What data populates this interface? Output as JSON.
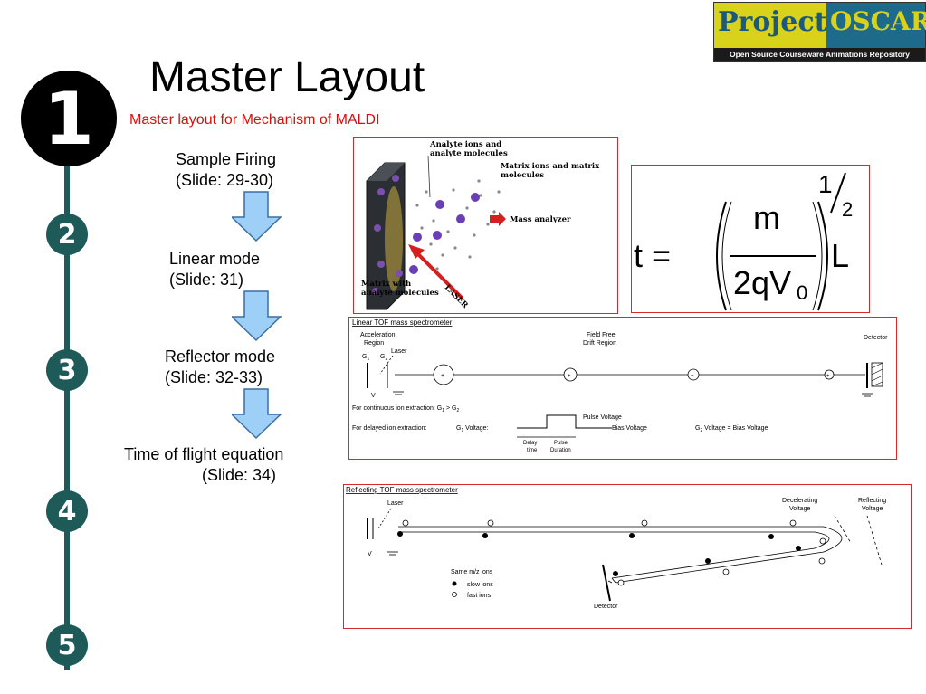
{
  "logo": {
    "word1": "Project",
    "word2": "OSCAR",
    "tagline": "Open Source Courseware Animations Repository"
  },
  "slide": {
    "title": "Master Layout",
    "subtitle": "Master layout for Mechanism of MALDI"
  },
  "steps": {
    "big": "1",
    "s2": "2",
    "s3": "3",
    "s4": "4",
    "s5": "5"
  },
  "flow": {
    "f1a": "Sample Firing",
    "f1b": "(Slide: 29-30)",
    "f2a": "Linear mode",
    "f2b": "(Slide: 31)",
    "f3a": "Reflector mode",
    "f3b": "(Slide: 32-33)",
    "f4a": "Time of flight equation",
    "f4b": "(Slide: 34)"
  },
  "maldi": {
    "analyte": [
      "Analyte ions and",
      "analyte molecules"
    ],
    "matrix_ions": [
      "Matrix ions and matrix",
      "molecules"
    ],
    "mass_analyzer": "Mass analyzer",
    "matrix_with": [
      "Matrix with",
      "analyte molecules"
    ],
    "laser": "LASER"
  },
  "equation": {
    "t": "t =",
    "m": "m",
    "denom": "2qV",
    "sub": "0",
    "exp_num": "1",
    "exp_den": "2",
    "L": "L"
  },
  "linear": {
    "title": "Linear TOF mass spectrometer",
    "accel": [
      "Acceleration",
      "Region"
    ],
    "field_free": [
      "Field Free",
      "Drift Region"
    ],
    "detector": "Detector",
    "laser": "Laser",
    "g1": "G",
    "g2": "G",
    "sub1": "1",
    "sub2": "2",
    "v": "V",
    "continuous": "For continuous ion extraction:  G",
    "cont_tail": " > G",
    "delayed": "For delayed ion extraction:",
    "g1v": "G",
    "voltage": " Voltage:",
    "pulse_voltage": "Pulse Voltage",
    "bias_voltage": "Bias Voltage",
    "g2_eq": " Voltage = Bias Voltage",
    "delay_time": [
      "Delay",
      "time"
    ],
    "pulse_duration": [
      "Pulse",
      "Duration"
    ],
    "plus": "+"
  },
  "reflect": {
    "title": "Reflecting TOF mass spectrometer",
    "laser": "Laser",
    "decel": [
      "Decelerating",
      "Voltage"
    ],
    "reflecting": [
      "Reflecting",
      "Voltage"
    ],
    "same": "Same m/z ions",
    "slow": "slow ions",
    "fast": "fast ions",
    "detector": "Detector",
    "v": "V"
  }
}
